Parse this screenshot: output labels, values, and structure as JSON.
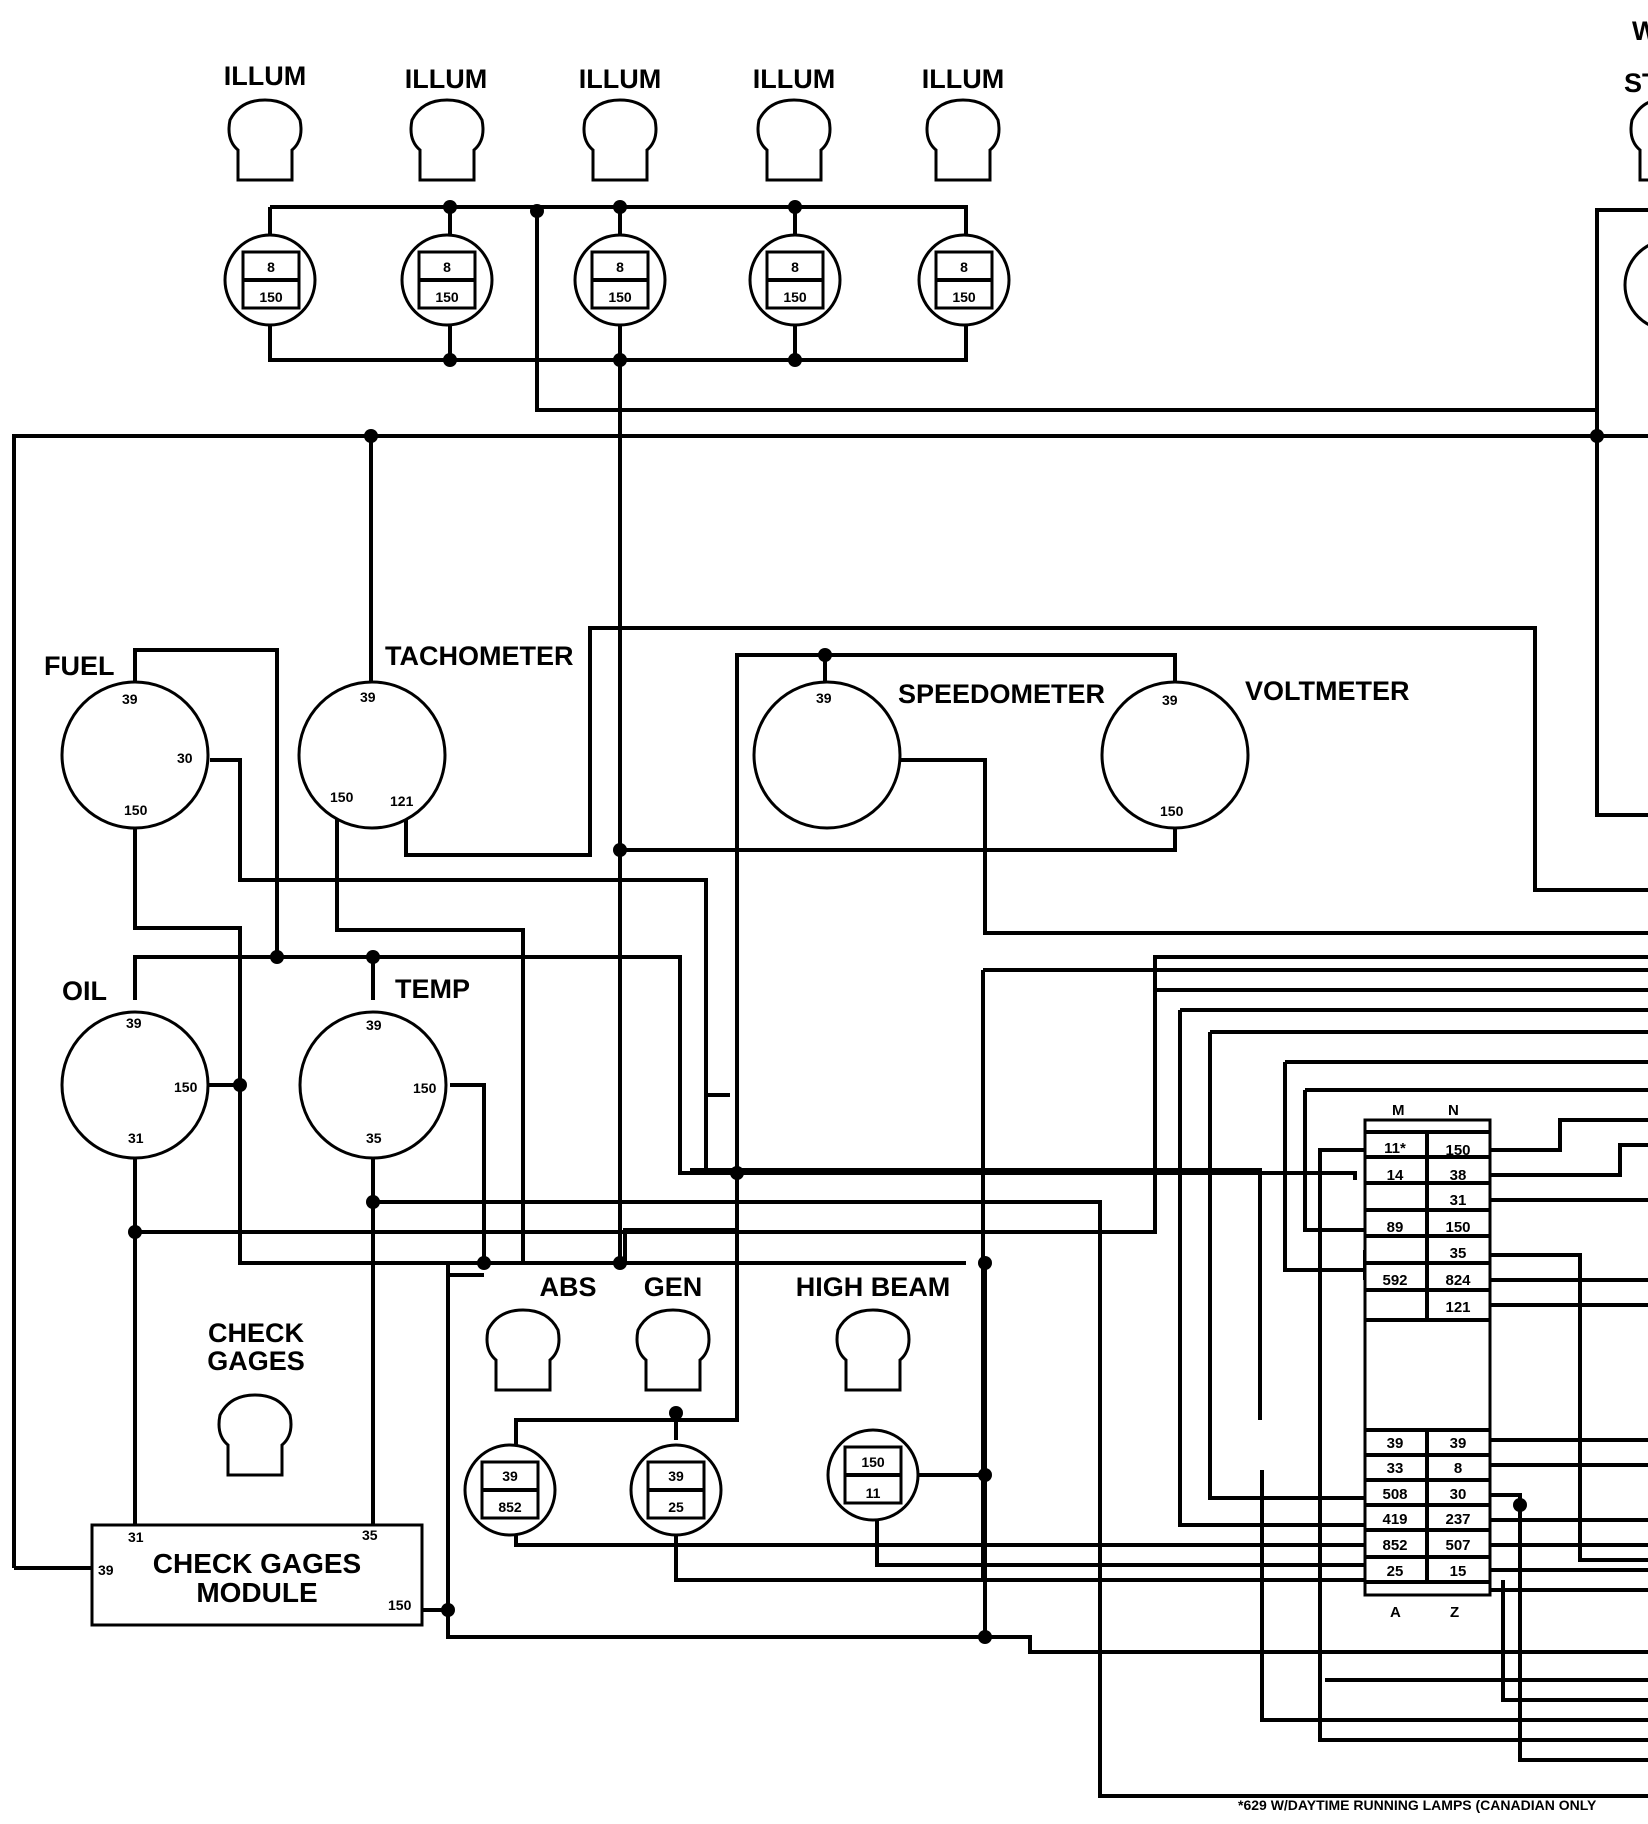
{
  "top_partial": {
    "w": "W",
    "st": "ST"
  },
  "illum_lamps": [
    {
      "label": "ILLUM",
      "upper": "8",
      "lower": "150"
    },
    {
      "label": "ILLUM",
      "upper": "8",
      "lower": "150"
    },
    {
      "label": "ILLUM",
      "upper": "8",
      "lower": "150"
    },
    {
      "label": "ILLUM",
      "upper": "8",
      "lower": "150"
    },
    {
      "label": "ILLUM",
      "upper": "8",
      "lower": "150"
    }
  ],
  "gauges": {
    "fuel": {
      "label": "FUEL",
      "pins": [
        "39",
        "30",
        "150"
      ]
    },
    "tachometer": {
      "label": "TACHOMETER",
      "pins": [
        "39",
        "150",
        "121"
      ]
    },
    "speedometer": {
      "label": "SPEEDOMETER",
      "pins": [
        "39"
      ]
    },
    "voltmeter": {
      "label": "VOLTMETER",
      "pins": [
        "39",
        "150"
      ]
    },
    "oil": {
      "label": "OIL",
      "pins": [
        "39",
        "150",
        "31"
      ]
    },
    "temp": {
      "label": "TEMP",
      "pins": [
        "39",
        "150",
        "35"
      ]
    }
  },
  "indicators": {
    "check_gages": {
      "label1": "CHECK",
      "label2": "GAGES"
    },
    "abs": {
      "label": "ABS",
      "upper": "39",
      "lower": "852"
    },
    "gen": {
      "label": "GEN",
      "upper": "39",
      "lower": "25"
    },
    "high_beam": {
      "label": "HIGH BEAM",
      "upper": "150",
      "lower": "11"
    }
  },
  "module": {
    "line1": "CHECK GAGES",
    "line2": "MODULE",
    "pins": [
      "31",
      "35",
      "39",
      "150"
    ]
  },
  "connector": {
    "header": [
      "M",
      "N"
    ],
    "footer": [
      "A",
      "Z"
    ],
    "rows_top": [
      [
        "11*",
        "150"
      ],
      [
        "14",
        "38"
      ],
      [
        "",
        "31"
      ],
      [
        "89",
        "150"
      ],
      [
        "",
        "35"
      ],
      [
        "592",
        "824"
      ],
      [
        "",
        "121"
      ]
    ],
    "rows_bottom": [
      [
        "39",
        "39"
      ],
      [
        "33",
        "8"
      ],
      [
        "508",
        "30"
      ],
      [
        "419",
        "237"
      ],
      [
        "852",
        "507"
      ],
      [
        "25",
        "15"
      ]
    ]
  },
  "footnote": "*629 W/DAYTIME RUNNING LAMPS (CANADIAN ONLY"
}
